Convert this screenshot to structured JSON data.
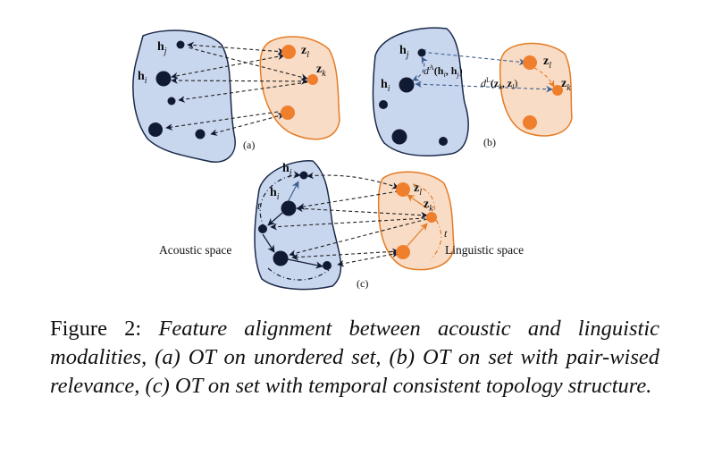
{
  "figure": {
    "colors": {
      "acoustic_fill": "#c9d7ee",
      "acoustic_stroke": "#1a2a4a",
      "linguistic_fill": "#f8dcc6",
      "linguistic_stroke": "#e57c24",
      "orange_node": "#ef7f2d",
      "navy_node": "#111a33",
      "blue_arrow": "#3e5f92"
    },
    "panels": {
      "a": {
        "label": "(a)"
      },
      "b": {
        "label": "(b)"
      },
      "c": {
        "label": "(c)"
      }
    },
    "nodes": {
      "hj": "h",
      "hj_sub": "j",
      "hi": "h",
      "hi_sub": "i",
      "zl": "z",
      "zl_sub": "l",
      "zk": "z",
      "zk_sub": "k"
    },
    "distances": {
      "dA_head": "d",
      "dA_sup": "A",
      "dA_args": "(h",
      "dA_i": "i",
      "dA_h": ", h",
      "dA_j": "j",
      "dA_close": ")",
      "dL_head": "d",
      "dL_sup": "L",
      "dL_args": "(z",
      "dL_k": "k",
      "dL_z": ", z",
      "dL_l": "l",
      "dL_close": ")"
    },
    "t_label": "t",
    "spaces": {
      "acoustic": "Acoustic space",
      "linguistic": "Linguistic space"
    }
  },
  "caption": {
    "label": "Figure 2:",
    "text": "Feature alignment between acoustic and linguistic modalities, (a) OT on unordered set, (b) OT on set with pair-wised relevance, (c) OT on set with temporal consistent topology structure."
  }
}
